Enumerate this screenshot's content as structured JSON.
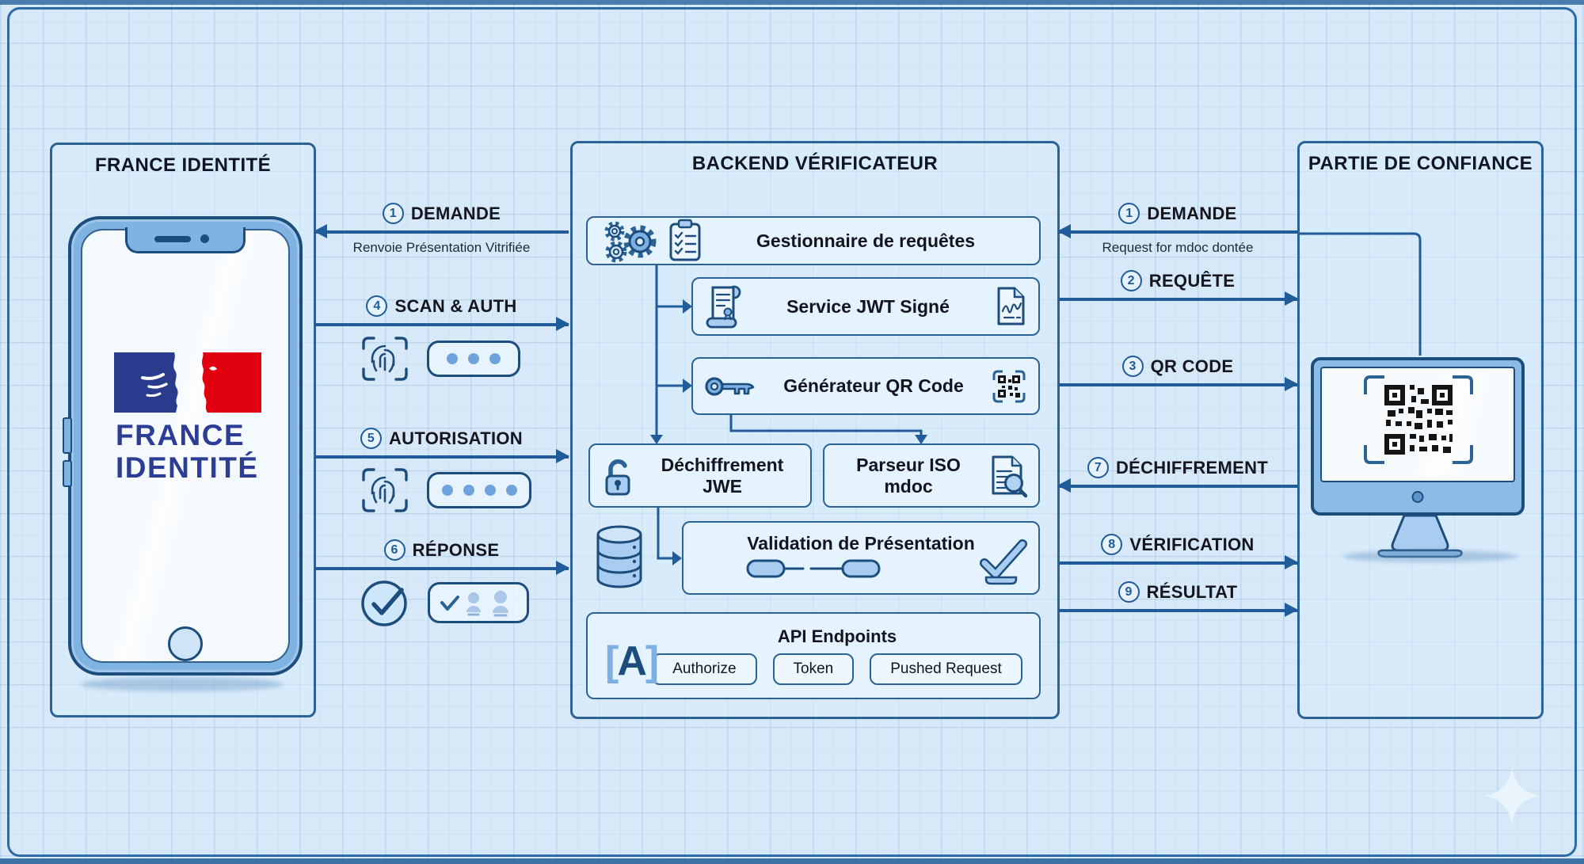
{
  "panels": {
    "left": {
      "title": "FRANCE IDENTITÉ",
      "logo": {
        "line1": "FRANCE",
        "line2": "IDENTITÉ"
      }
    },
    "middle": {
      "title": "BACKEND VÉRIFICATEUR"
    },
    "right": {
      "title": "PARTIE DE CONFIANCE"
    }
  },
  "backend": {
    "request_manager": "Gestionnaire de requêtes",
    "jwt_service": "Service JWT Signé",
    "qr_generator": "Générateur QR Code",
    "jwe_decryption": "Déchiffrement JWE",
    "mdoc_parser": "Parseur ISO mdoc",
    "presentation_validation": "Validation de Présentation",
    "api_endpoints": {
      "title": "API Endpoints",
      "buttons": [
        "Authorize",
        "Token",
        "Pushed Request"
      ]
    },
    "a_bracket_left": "[",
    "a_letter": "A",
    "a_bracket_right": "]"
  },
  "flows": {
    "left": [
      {
        "num": "1",
        "label": "DEMANDE",
        "sub": "Renvoie Présentation Vitrifiée",
        "dir": "left"
      },
      {
        "num": "4",
        "label": "SCAN & AUTH",
        "dir": "right"
      },
      {
        "num": "5",
        "label": "AUTORISATION",
        "dir": "right"
      },
      {
        "num": "6",
        "label": "RÉPONSE",
        "dir": "right"
      }
    ],
    "right": [
      {
        "num": "1",
        "label": "DEMANDE",
        "sub": "Request for mdoc dontée",
        "dir": "left"
      },
      {
        "num": "2",
        "label": "REQUÊTE",
        "dir": "right"
      },
      {
        "num": "3",
        "label": "QR CODE",
        "dir": "right"
      },
      {
        "num": "7",
        "label": "DÉCHIFFREMENT",
        "dir": "left"
      },
      {
        "num": "8",
        "label": "VÉRIFICATION",
        "dir": "right"
      },
      {
        "num": "9",
        "label": "RÉSULTAT",
        "dir": "right"
      }
    ]
  },
  "icons": [
    "gears-icon",
    "clipboard-checklist-icon",
    "scroll-icon",
    "signature-document-icon",
    "key-icon",
    "qr-mini-icon",
    "open-padlock-icon",
    "document-magnifier-icon",
    "database-icon",
    "chain-links-icon",
    "big-check-tray-icon",
    "bracket-a-icon",
    "fingerprint-scan-icon",
    "passcode-dots",
    "check-circle-icon",
    "consent-pill-icon",
    "qr-code",
    "sparkle-icon",
    "marianne-logo",
    "smartphone",
    "desktop-monitor"
  ],
  "colors": {
    "background": "#d7e9f8",
    "panel_border": "#2b6397",
    "arrow_blue": "#1f5c99",
    "icon_dark_blue": "#1d4d7d",
    "icon_fill_blue": "#7fb0e4",
    "france_blue": "#2a3a8c",
    "france_red": "#e1000f",
    "qr_dark": "#151515",
    "text_dark": "#15151d"
  }
}
